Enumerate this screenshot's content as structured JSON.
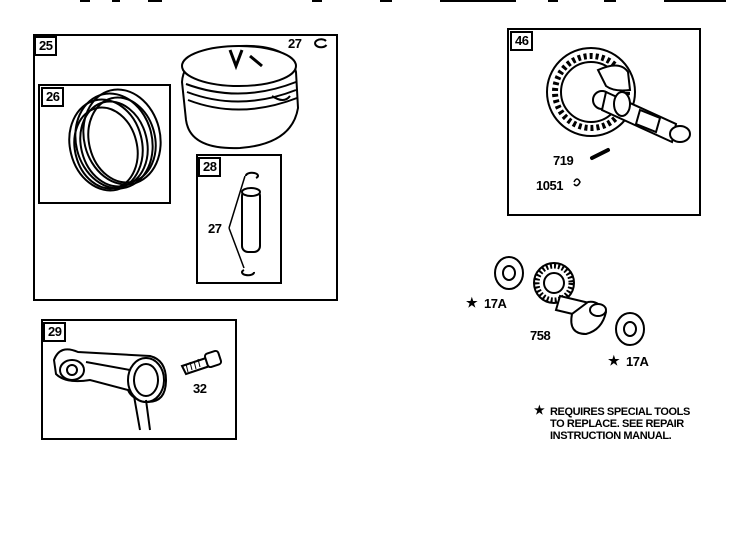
{
  "panels": {
    "p25": "25",
    "p26": "26",
    "p28": "28",
    "p29": "29",
    "p46": "46"
  },
  "callouts": {
    "c27_top": "27",
    "c27_pin": "27",
    "c32": "32",
    "c719": "719",
    "c1051": "1051",
    "c17a_left": "17A",
    "c17a_right": "17A",
    "c758": "758"
  },
  "star_symbol": "★",
  "note": {
    "line1": "REQUIRES SPECIAL TOOLS",
    "line2": "TO REPLACE. SEE REPAIR",
    "line3": "INSTRUCTION MANUAL."
  }
}
